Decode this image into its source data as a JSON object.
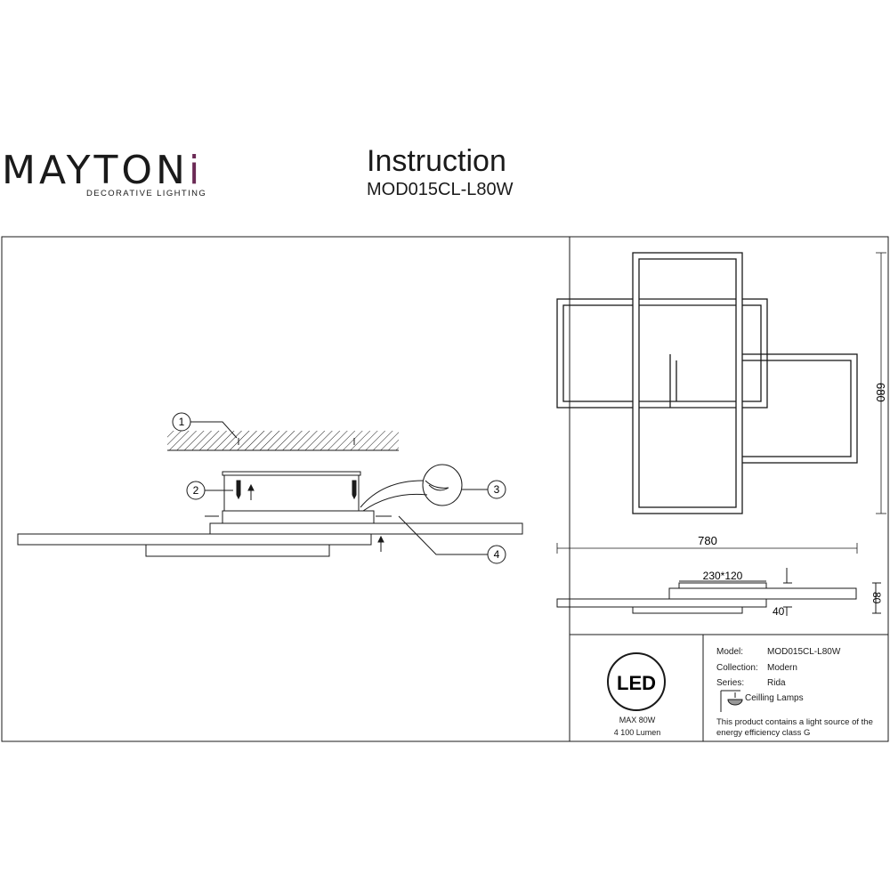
{
  "header": {
    "brand": "MAYTONi",
    "brand_main": "MAYTON",
    "brand_i": "i",
    "tagline": "DECORATIVE LIGHTING",
    "title": "Instruction",
    "model_code": "MOD015CL-L80W"
  },
  "assembly": {
    "callouts": [
      "1",
      "2",
      "3",
      "4"
    ]
  },
  "dimensions": {
    "width": "780",
    "height": "680",
    "base": "230*120",
    "depth_total": "80",
    "depth_frame": "40"
  },
  "info_panel": {
    "badge": "LED",
    "max_power": "MAX 80W",
    "lumen": "4 100 Lumen",
    "rows": [
      {
        "label": "Model:",
        "value": "MOD015CL-L80W"
      },
      {
        "label": "Collection:",
        "value": "Modern"
      },
      {
        "label": "Series:",
        "value": "Rida"
      }
    ],
    "lamp_type": "Ceilling Lamps",
    "energy_note": "This product contains a light source of the energy efficiency class G"
  },
  "colors": {
    "brand_accent": "#6b2a55",
    "line": "#1a1a1a"
  }
}
